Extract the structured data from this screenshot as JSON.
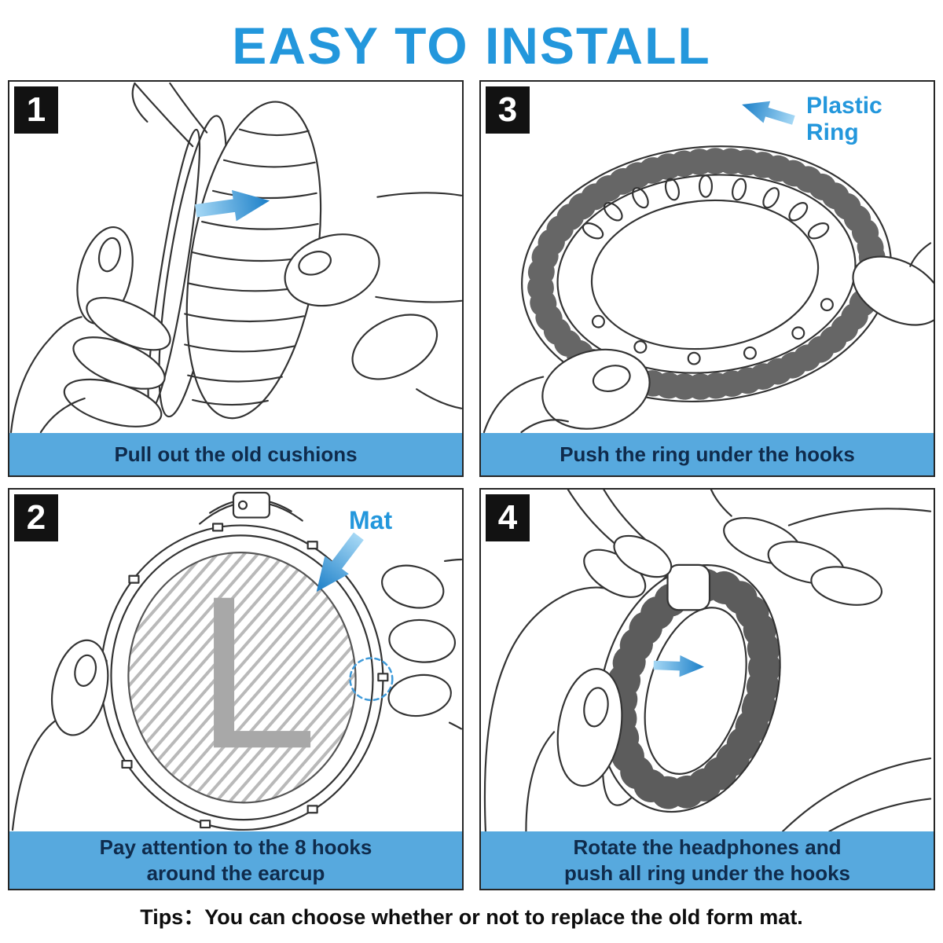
{
  "page": {
    "title": "EASY TO INSTALL",
    "tips": "Tips：You can choose whether or not to replace the old form mat.",
    "colors": {
      "accent_blue": "#2397dc",
      "caption_bar_blue": "#57a9de",
      "caption_text": "#0f2b4c",
      "badge_black": "#121212",
      "arrow_blue_dark": "#1b7fc8",
      "arrow_blue_light": "#a6d8f5",
      "line_art": "#333333",
      "mat_gray": "#a8a8a8",
      "highlight_dash_blue": "#3f9ad9"
    }
  },
  "panels": [
    {
      "number": "1",
      "caption_line1": "Pull out the old cushions",
      "caption_line2": "",
      "annotation": ""
    },
    {
      "number": "3",
      "caption_line1": "Push the ring under the hooks",
      "caption_line2": "",
      "annotation": "Plastic Ring"
    },
    {
      "number": "2",
      "caption_line1": "Pay attention to the 8 hooks",
      "caption_line2": "around the earcup",
      "annotation": "Mat",
      "mat_letter": "L"
    },
    {
      "number": "4",
      "caption_line1": "Rotate the headphones and",
      "caption_line2": "push all ring under the hooks",
      "annotation": ""
    }
  ]
}
